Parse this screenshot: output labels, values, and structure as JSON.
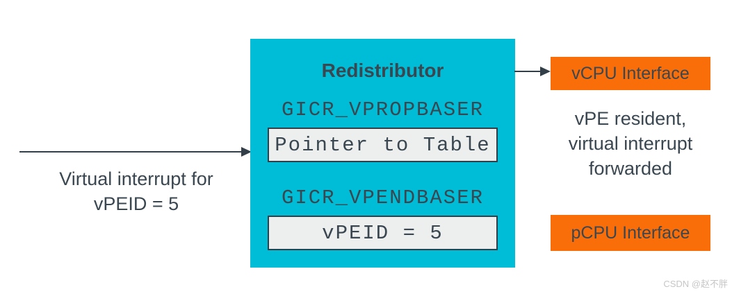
{
  "diagram": {
    "redistributor": {
      "title": "Redistributor",
      "registers": [
        {
          "name": "GICR_VPROPBASER",
          "value": "Pointer to Table"
        },
        {
          "name": "GICR_VPENDBASER",
          "value": "vPEID = 5"
        }
      ]
    },
    "left_caption": {
      "line1": "Virtual interrupt for",
      "line2": "vPEID = 5"
    },
    "right_caption": {
      "line1": "vPE resident,",
      "line2": "virtual interrupt",
      "line3": "forwarded"
    },
    "vcpu_interface_label": "vCPU Interface",
    "pcpu_interface_label": "pCPU Interface",
    "watermark": "CSDN @赵不胖",
    "colors": {
      "cyan": "#00bdd7",
      "orange": "#fa6e0a",
      "text_dark": "#3a4750",
      "register_bg": "#edefef",
      "register_border": "#333f48",
      "watermark_gray": "#c6c6c6"
    }
  }
}
